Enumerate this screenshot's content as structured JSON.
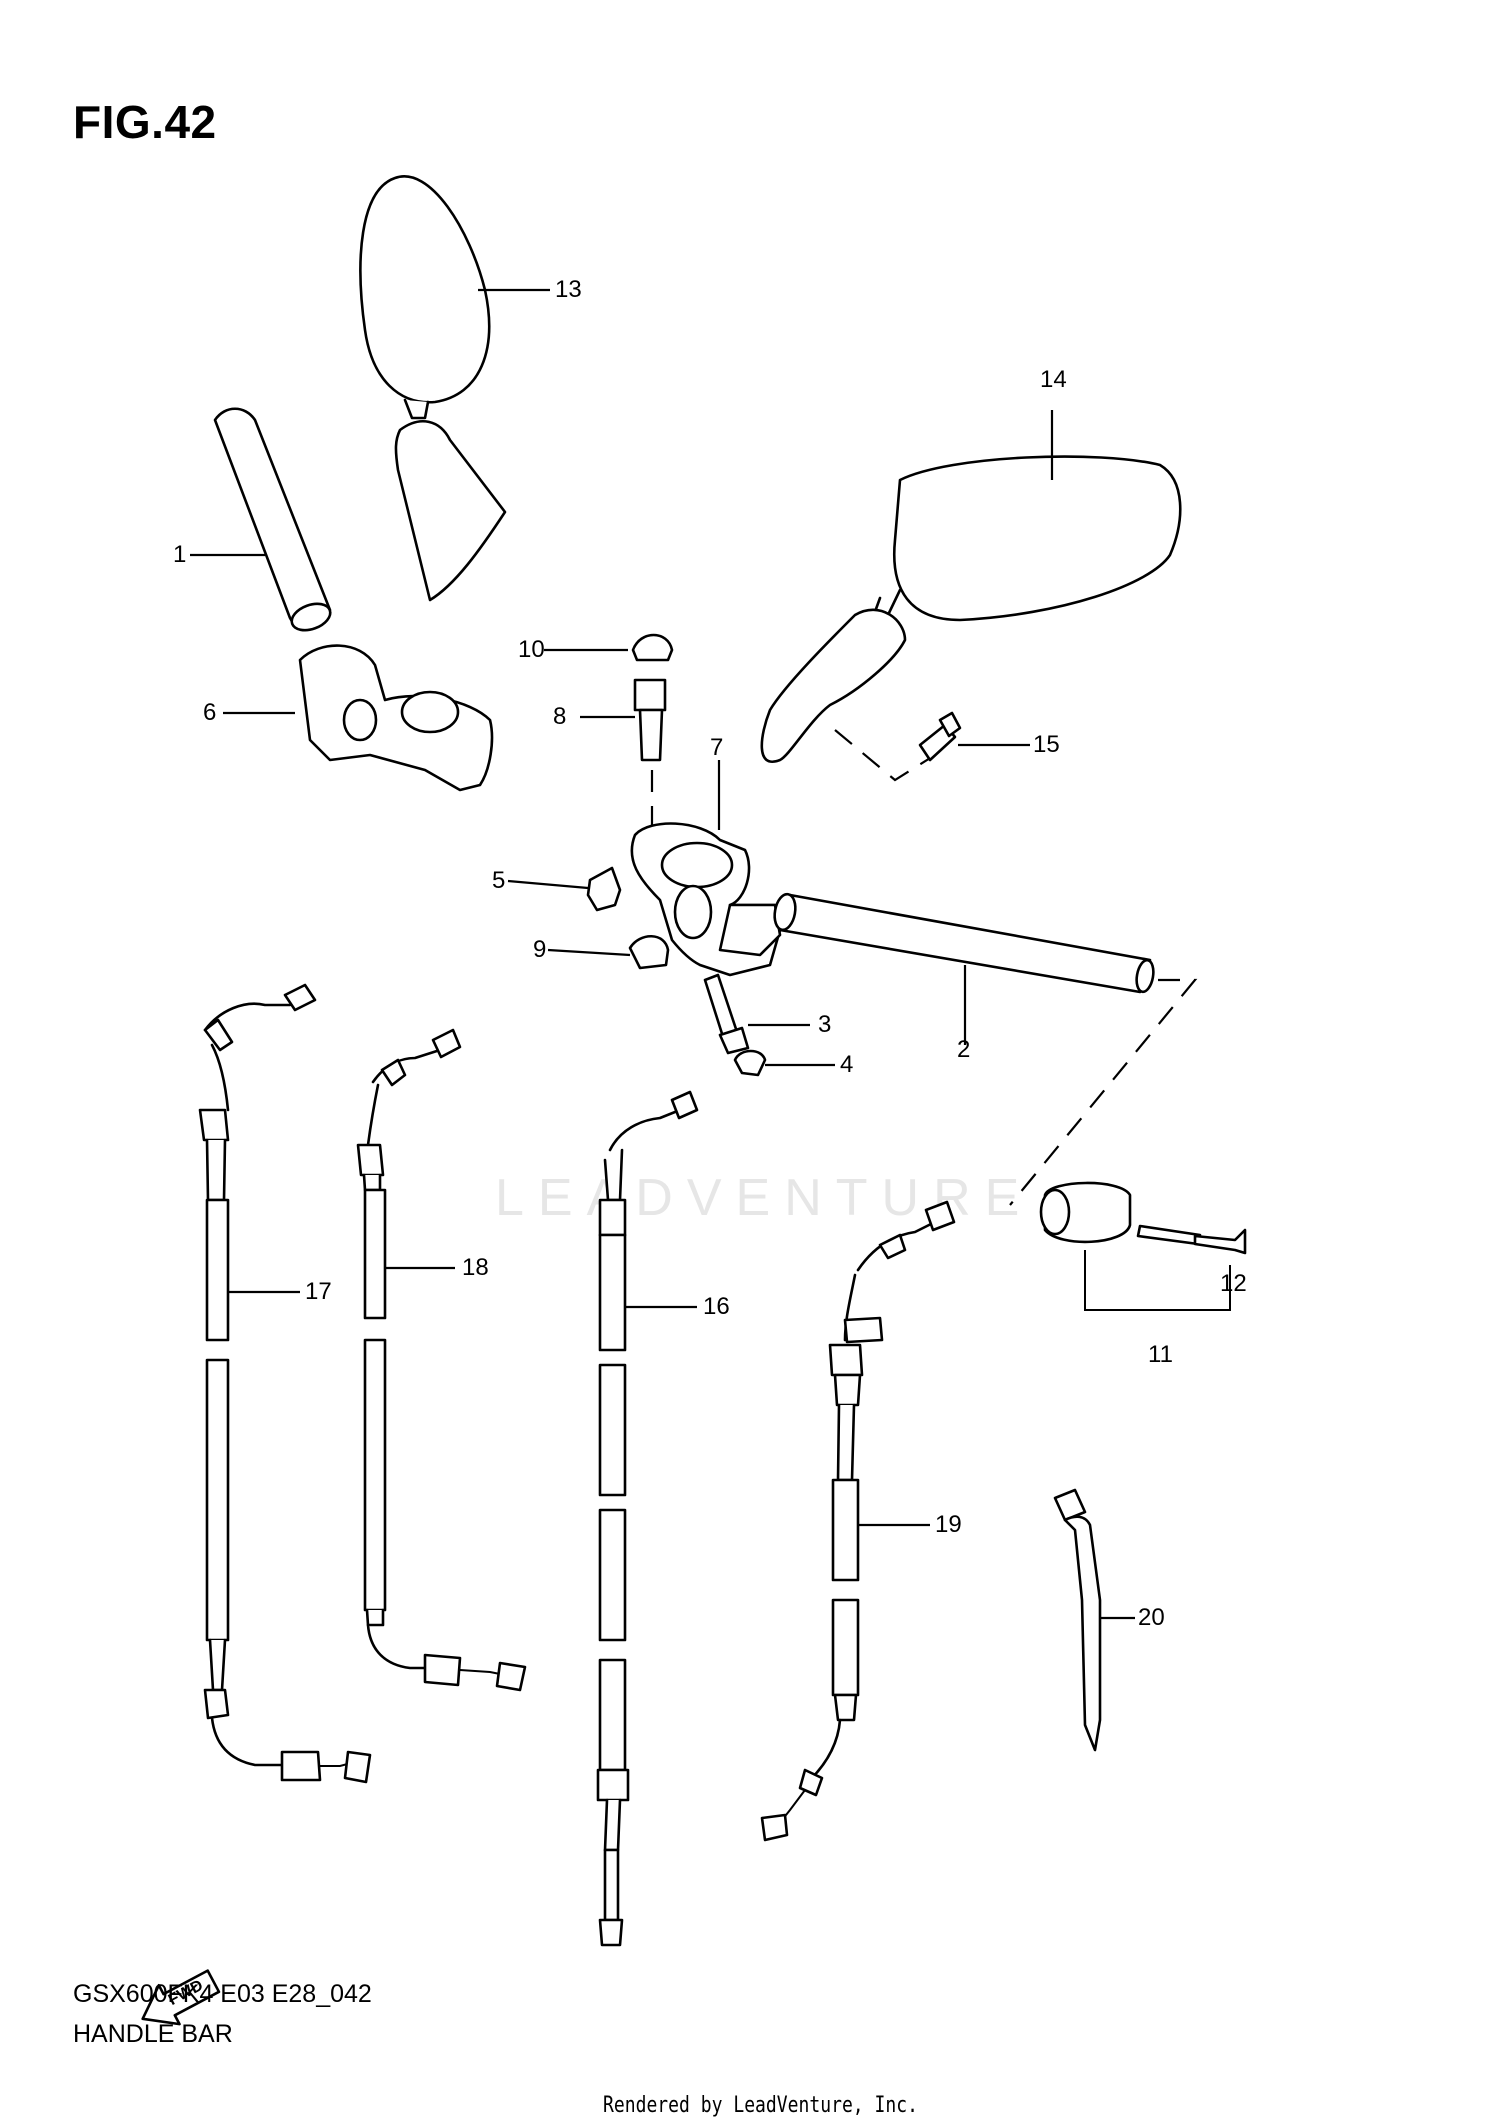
{
  "header": {
    "title": "FIG.42"
  },
  "footer": {
    "model_code": "GSX600FK4 E03 E28_042",
    "section_name": "HANDLE BAR",
    "rendered_by": "Rendered by LeadVenture, Inc."
  },
  "watermark": {
    "text": "LEADVENTURE"
  },
  "fwd_arrow": {
    "label": "FWD"
  },
  "callouts": {
    "p1": "1",
    "p2": "2",
    "p3": "3",
    "p4": "4",
    "p5": "5",
    "p6": "6",
    "p7": "7",
    "p8": "8",
    "p9": "9",
    "p10": "10",
    "p11": "11",
    "p12": "12",
    "p13": "13",
    "p14": "14",
    "p15": "15",
    "p16": "16",
    "p17": "17",
    "p18": "18",
    "p19": "19",
    "p20": "20"
  }
}
